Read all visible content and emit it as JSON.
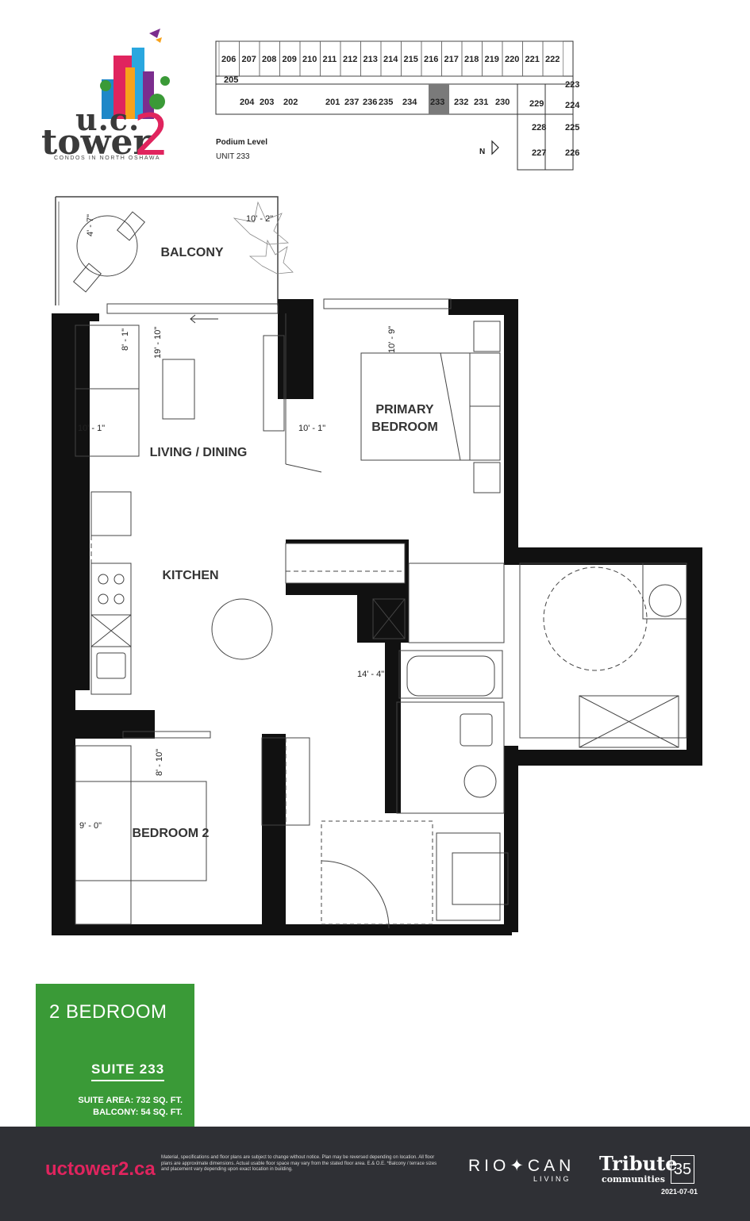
{
  "logo": {
    "uc": "u.c.",
    "tower": "tower",
    "number": "2",
    "tagline": "CONDOS IN NORTH OSHAWA"
  },
  "keyplan": {
    "level": "Podium Level",
    "unit": "UNIT 233",
    "north": "N",
    "units_top": [
      "206",
      "207",
      "208",
      "209",
      "210",
      "211",
      "212",
      "213",
      "214",
      "215",
      "216",
      "217",
      "218",
      "219",
      "220",
      "221",
      "222"
    ],
    "units_bottom": [
      "205",
      "204",
      "203",
      "202",
      "201",
      "237",
      "236",
      "235",
      "234",
      "233",
      "232",
      "231",
      "230",
      "229",
      "223",
      "224",
      "228",
      "225",
      "227",
      "226"
    ],
    "highlight": "233",
    "highlight_color": "#7a7a7a"
  },
  "plan": {
    "rooms": {
      "balcony": "BALCONY",
      "living": "LIVING / DINING",
      "kitchen": "KITCHEN",
      "primary": "PRIMARY\nBEDROOM",
      "bedroom2": "BEDROOM 2"
    },
    "dims": {
      "balcony_depth": "4' - 7\"",
      "balcony_width": "10' - 2\"",
      "living_depth": "8' - 1\"",
      "living_length": "19' - 10\"",
      "living_width": "10' - 1\"",
      "primary_width": "10' - 1\"",
      "primary_depth": "10' - 9\"",
      "primary_length": "14' - 4\"",
      "bed2_depth": "8' - 10\"",
      "bed2_width": "9' - 0\""
    }
  },
  "suite": {
    "type": "2 BEDROOM",
    "name": "SUITE 233",
    "area": "SUITE AREA: 732 SQ. FT.",
    "balcony": "BALCONY: 54 SQ. FT.",
    "accent_color": "#3a9a37"
  },
  "footer": {
    "url": "uctower2.ca",
    "disclaimer": "Material, specifications and floor plans are subject to change without notice. Plan may be reversed depending on location. All floor plans are approximate dimensions. Actual usable floor space may vary from the stated floor area. E.& O.E. *Balcony / terrace sizes and placement vary depending upon exact location in building.",
    "riocan": "RIO✦CAN",
    "riocan_sub": "LIVING",
    "tribute": "Tribute",
    "tribute_sub": "communities",
    "anniversary": "35",
    "date": "2021-07-01",
    "url_color": "#e0245e"
  }
}
